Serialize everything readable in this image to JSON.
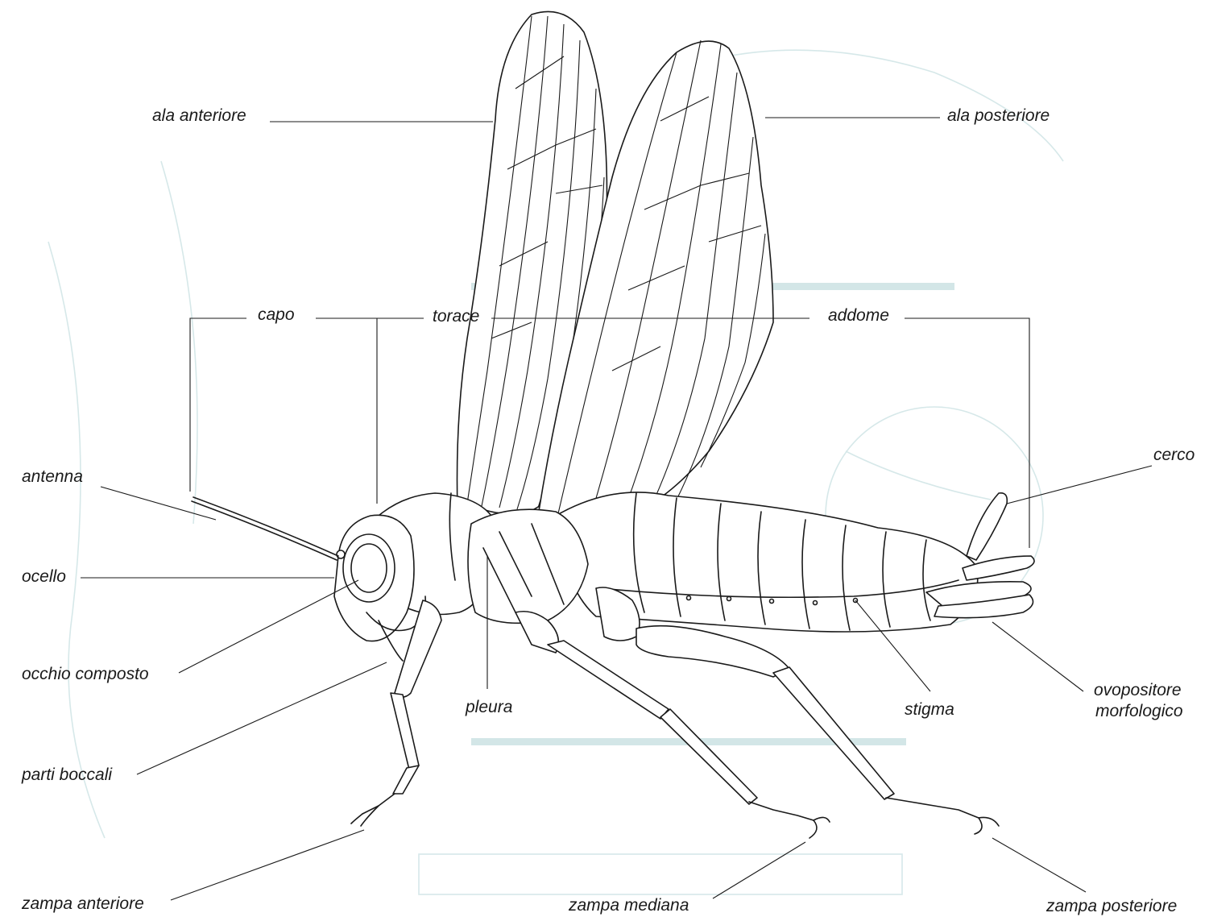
{
  "labels": {
    "ala_anteriore": "ala anteriore",
    "ala_posteriore": "ala posteriore",
    "capo": "capo",
    "torace": "torace",
    "addome": "addome",
    "antenna": "antenna",
    "ocello": "ocello",
    "occhio_composto": "occhio composto",
    "parti_boccali": "parti boccali",
    "pleura": "pleura",
    "stigma": "stigma",
    "cerco": "cerco",
    "ovopositore_1": "ovopositore",
    "ovopositore_2": "morfologico",
    "zampa_anteriore": "zampa anteriore",
    "zampa_mediana": "zampa mediana",
    "zampa_posteriore": "zampa posteriore"
  },
  "colors": {
    "ink": "#1a1a1a",
    "show_through": "#d3e6e7",
    "paper": "#ffffff"
  }
}
